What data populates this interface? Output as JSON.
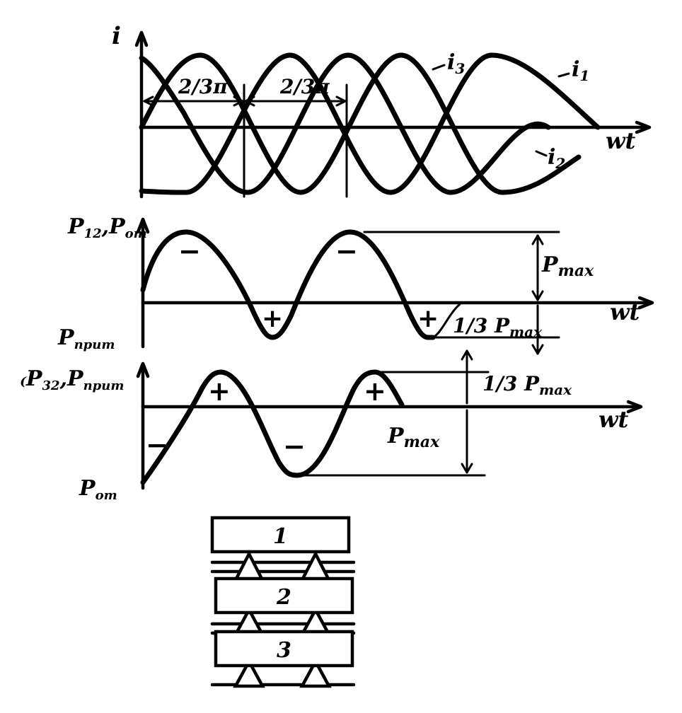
{
  "top_plot": {
    "y_label": "i",
    "x_label": "wt",
    "phase_shift_label_1": "2/3π",
    "phase_shift_label_2": "2/3π",
    "curve_labels": {
      "i3": "i3",
      "i1": "i1",
      "i2": "i2"
    }
  },
  "middle_plot": {
    "y_label": "P12,Pот",
    "y_bottom_label": "Pприт",
    "x_label": "wt",
    "sign_labels": [
      "−",
      "−",
      "+",
      "+"
    ],
    "pmax_label": "Pmax",
    "third_pmax_label": "1/3 Pmax"
  },
  "bottom_plot": {
    "y_label": "P32,Pприт",
    "y_bottom_label": "Pот",
    "x_label": "wt",
    "sign_labels": [
      "+",
      "+",
      "−",
      "−"
    ],
    "pmax_label": "Pmax",
    "third_pmax_label": "1/3 Pmax"
  },
  "stack": {
    "blocks": [
      "1",
      "2",
      "3"
    ]
  }
}
